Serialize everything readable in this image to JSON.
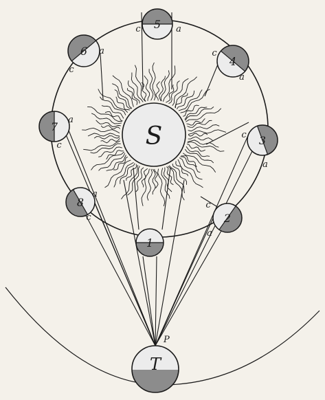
{
  "sun": {
    "label": "S"
  },
  "earth": {
    "label": "T",
    "point_label": "P"
  },
  "moons": [
    {
      "number": "1",
      "edge_labels": []
    },
    {
      "number": "2",
      "edge_labels": [
        "c",
        "a"
      ]
    },
    {
      "number": "3",
      "edge_labels": [
        "c",
        "a"
      ]
    },
    {
      "number": "4",
      "edge_labels": [
        "c",
        "a"
      ]
    },
    {
      "number": "5",
      "edge_labels": [
        "c",
        "a"
      ]
    },
    {
      "number": "6",
      "edge_labels": [
        "a",
        "c"
      ]
    },
    {
      "number": "7",
      "edge_labels": [
        "a",
        "c"
      ]
    },
    {
      "number": "8",
      "edge_labels": [
        "a",
        "c"
      ]
    }
  ],
  "colors": {
    "paper": "#f4f1ea",
    "ink": "#1a1a1a",
    "shade": "#8c8c8c",
    "sun_face": "#ececec"
  }
}
